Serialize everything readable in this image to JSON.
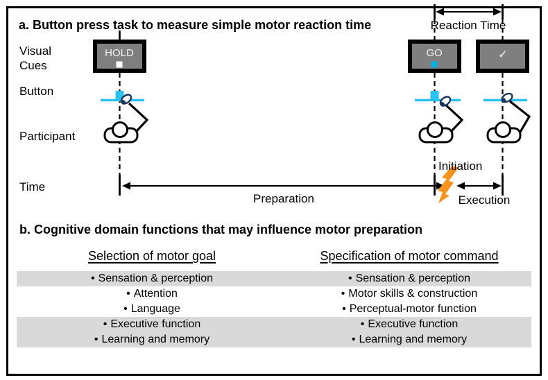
{
  "figure": {
    "panel_a": {
      "title": "a. Button press task to measure simple motor reaction time",
      "row_labels": {
        "visual_cues_line1": "Visual",
        "visual_cues_line2": "Cues",
        "button": "Button",
        "participant": "Participant",
        "time": "Time"
      },
      "cues": {
        "hold": "HOLD",
        "go": "GO",
        "success_check": "✓"
      },
      "timeline": {
        "reaction_time": "Reaction Time",
        "preparation": "Preparation",
        "initiation": "Initiation",
        "execution": "Execution"
      }
    },
    "panel_b": {
      "title": "b. Cognitive domain functions that may influence motor preparation",
      "bullet": "•",
      "columns": [
        {
          "header": "Selection of motor goal",
          "items": [
            "Sensation & perception",
            "Attention",
            "Language",
            "Executive function",
            "Learning and memory"
          ]
        },
        {
          "header": "Specification of motor command",
          "items": [
            "Sensation & perception",
            "Motor skills & construction",
            "Perceptual-motor function",
            "Executive function",
            "Learning and memory"
          ]
        }
      ]
    },
    "colors": {
      "accent_cyan_button": "#2cc1ee",
      "accent_cyan_cue": "#00b0df",
      "accent_orange": "#f6921e",
      "screen_gray": "#7f7f7f",
      "row_band_gray": "#d9d9d9",
      "finger_navy": "#17365d"
    }
  }
}
